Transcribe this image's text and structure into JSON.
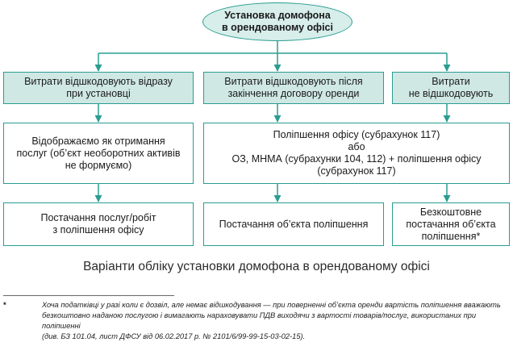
{
  "root": {
    "line1": "Установка домофона",
    "line2": "в орендованому офісі"
  },
  "columns": [
    {
      "header": [
        "Витрати відшкодовують відразу",
        "при установці"
      ],
      "middle": [
        "Відображаємо як отримання",
        "послуг (об’єкт необоротних активів",
        "не формуємо)"
      ],
      "bottom": [
        "Постачання послуг/робіт",
        "з поліпшення офісу"
      ]
    },
    {
      "header": [
        "Витрати відшкодовують після",
        "закінчення договору оренди"
      ],
      "middle": [
        "Поліпшення офісу (субрахунок 117)",
        "або",
        "ОЗ, МНМА (субрахунки 104, 112) + поліпшення офісу",
        "(субрахунок 117)"
      ],
      "bottom": [
        "Постачання об’єкта поліпшення"
      ]
    },
    {
      "header": [
        "Витрати",
        "не відшкодовують"
      ],
      "bottom": [
        "Безкоштовне",
        "постачання об’єкта",
        "поліпшення*"
      ]
    }
  ],
  "caption": "Варіанти обліку установки домофона в орендованому офісі",
  "footnote": {
    "mark": "*",
    "lines": [
      "Хоча податківці у разі коли є дозвіл, але немає відшкодування — при поверненні об’єкта оренди вартість поліпшення вважають",
      "безкоштовно наданою послугою і вимагають нараховувати ПДВ виходячи з вартості товарів/послуг, використаних при поліпшенні",
      "(див. БЗ 101.04, лист ДФСУ від 06.02.2017 р. № 2101/6/99-99-15-03-02-15)."
    ]
  },
  "colors": {
    "accent": "#2a9d90",
    "header_fill": "#cfe8e4",
    "root_fill": "#d7eeea"
  }
}
